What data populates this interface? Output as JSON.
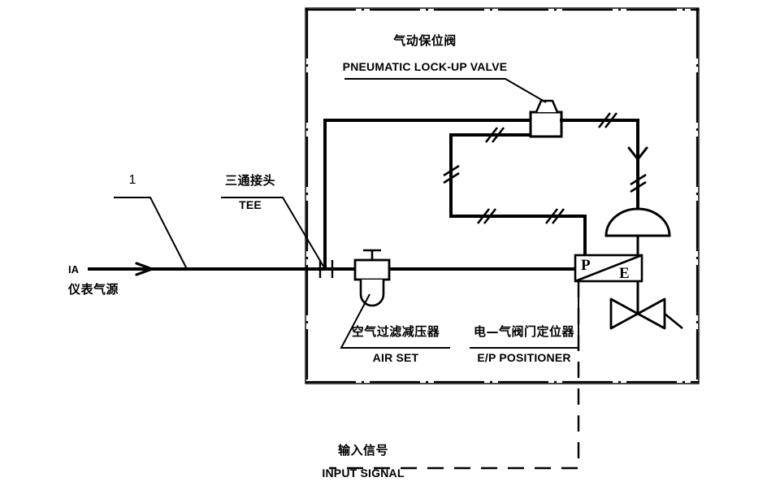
{
  "diagram": {
    "title_cn": "气动保位阀",
    "title_en": "PNEUMATIC LOCK-UP VALVE",
    "labels": {
      "lockup_valve_cn": "气动保位阀",
      "lockup_valve_en": "PNEUMATIC LOCK-UP VALVE",
      "tee_cn": "三通接头",
      "tee_en": "TEE",
      "air_set_cn": "空气过滤减压器",
      "air_set_en": "AIR SET",
      "positioner_cn": "电—气阀门定位器",
      "positioner_en": "E/P POSITIONER",
      "input_signal_cn": "输入信号",
      "input_signal_en": "INPUT SIGNAL",
      "instrument_air_code": "IA",
      "instrument_air_cn": "仪表气源",
      "item_number": "1",
      "positioner_p": "P",
      "positioner_e": "E"
    },
    "colors": {
      "line": "#000000",
      "background": "#ffffff",
      "fill": "#ffffff"
    }
  }
}
